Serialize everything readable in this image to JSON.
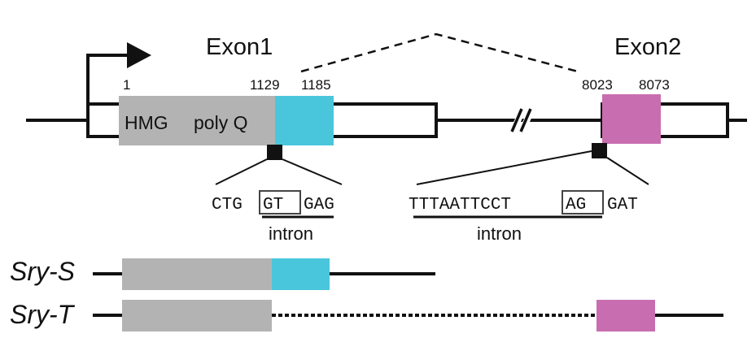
{
  "exon1": {
    "label": "Exon1",
    "domains": {
      "hmg": "HMG",
      "polyq": "poly Q"
    }
  },
  "exon2": {
    "label": "Exon2"
  },
  "positions": {
    "start": "1",
    "p1129": "1129",
    "p1185": "1185",
    "p8023": "8023",
    "p8073": "8073"
  },
  "splice_left": {
    "before": "CTG",
    "boxed": "GT",
    "after": "GAG",
    "intron_label": "intron"
  },
  "splice_right": {
    "before": "TTTAATTCCT",
    "boxed": "AG",
    "after": "GAT",
    "intron_label": "intron"
  },
  "isoforms": [
    {
      "name": "Sry-S"
    },
    {
      "name": "Sry-T"
    }
  ],
  "colors": {
    "hmg": "#b3b3b3",
    "cyan": "#4ac6dc",
    "magenta": "#c86eb0",
    "line": "#1a1a1a"
  }
}
